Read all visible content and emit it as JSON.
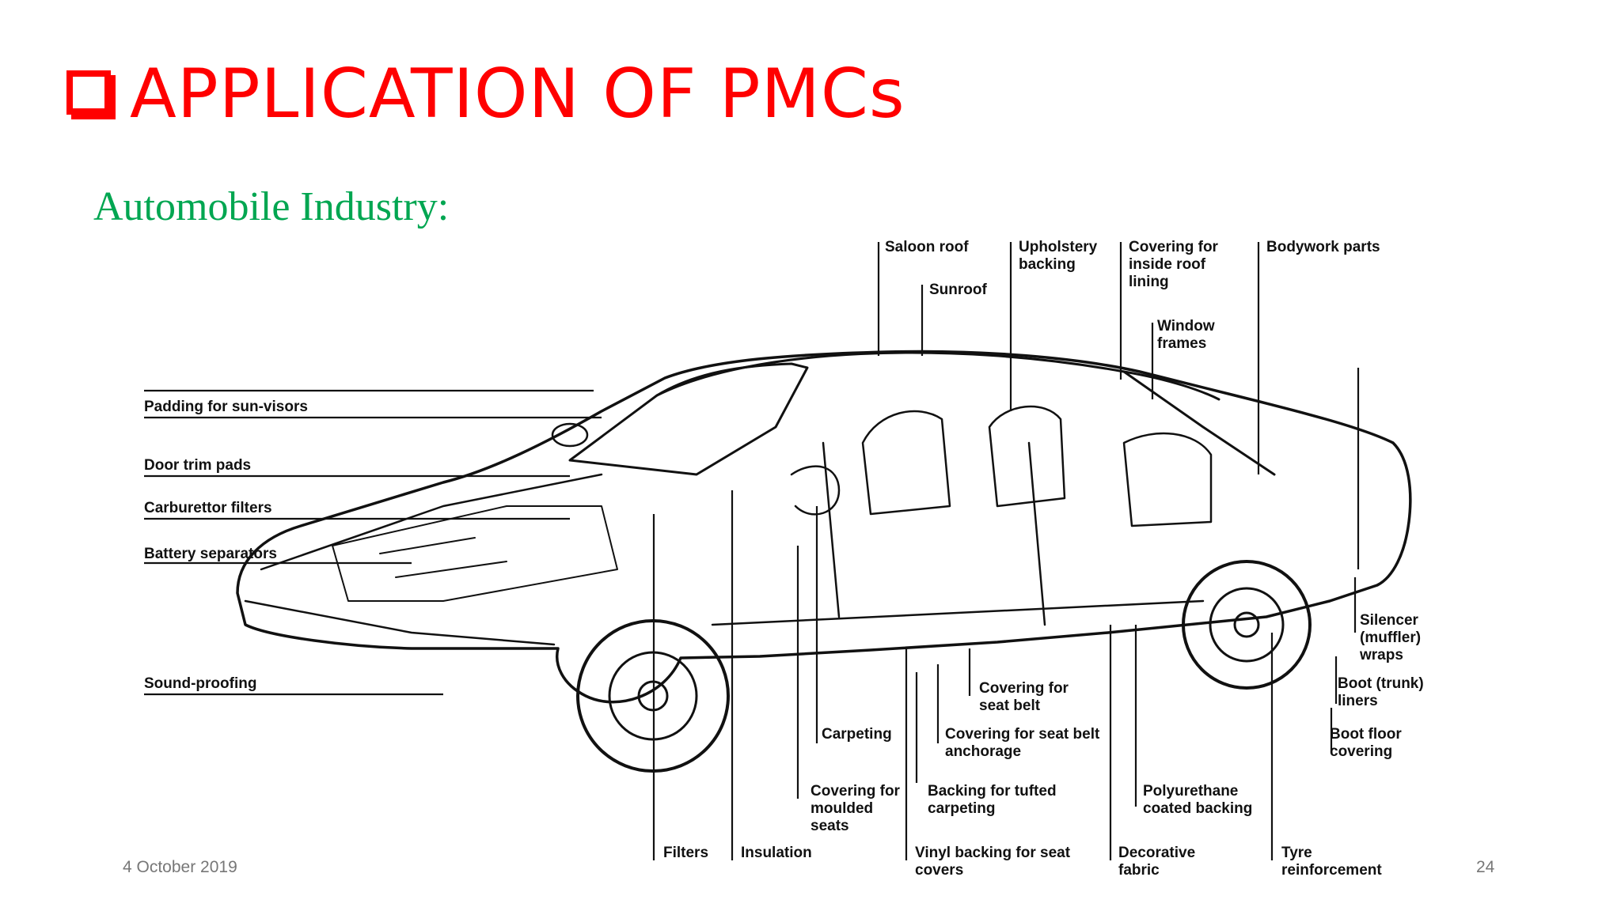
{
  "slide": {
    "title": "APPLICATION OF PMCs",
    "subtitle": "Automobile Industry:",
    "date": "4 October 2019",
    "page_number": "24"
  },
  "diagram": {
    "labels": {
      "saloon_roof": [
        "Saloon roof"
      ],
      "sunroof": [
        "Sunroof"
      ],
      "upholstery_backing": [
        "Upholstery",
        "backing"
      ],
      "covering_inside_roof": [
        "Covering for",
        "inside roof",
        "lining"
      ],
      "window_frames": [
        "Window",
        "frames"
      ],
      "bodywork_parts": [
        "Bodywork parts"
      ],
      "padding_sun_visors": [
        "Padding for sun-visors"
      ],
      "door_trim_pads": [
        "Door trim pads"
      ],
      "carburettor_filters": [
        "Carburettor filters"
      ],
      "battery_separators": [
        "Battery separators"
      ],
      "sound_proofing": [
        "Sound-proofing"
      ],
      "silencer_wraps": [
        "Silencer",
        "(muffler)",
        "wraps"
      ],
      "boot_liners": [
        "Boot (trunk)",
        "liners"
      ],
      "boot_floor_covering": [
        "Boot floor",
        "covering"
      ],
      "covering_seat_belt": [
        "Covering for",
        "seat belt"
      ],
      "covering_seat_belt_anchorage": [
        "Covering for seat belt",
        "anchorage"
      ],
      "carpeting": [
        "Carpeting"
      ],
      "covering_moulded_seats": [
        "Covering for",
        "moulded",
        "seats"
      ],
      "backing_tufted_carpeting": [
        "Backing for tufted",
        "carpeting"
      ],
      "polyurethane_coated_backing": [
        "Polyurethane",
        "coated backing"
      ],
      "filters": [
        "Filters"
      ],
      "insulation": [
        "Insulation"
      ],
      "vinyl_backing_seat_covers": [
        "Vinyl backing for seat",
        "covers"
      ],
      "decorative_fabric": [
        "Decorative",
        "fabric"
      ],
      "tyre_reinforcement": [
        "Tyre",
        "reinforcement"
      ]
    }
  }
}
